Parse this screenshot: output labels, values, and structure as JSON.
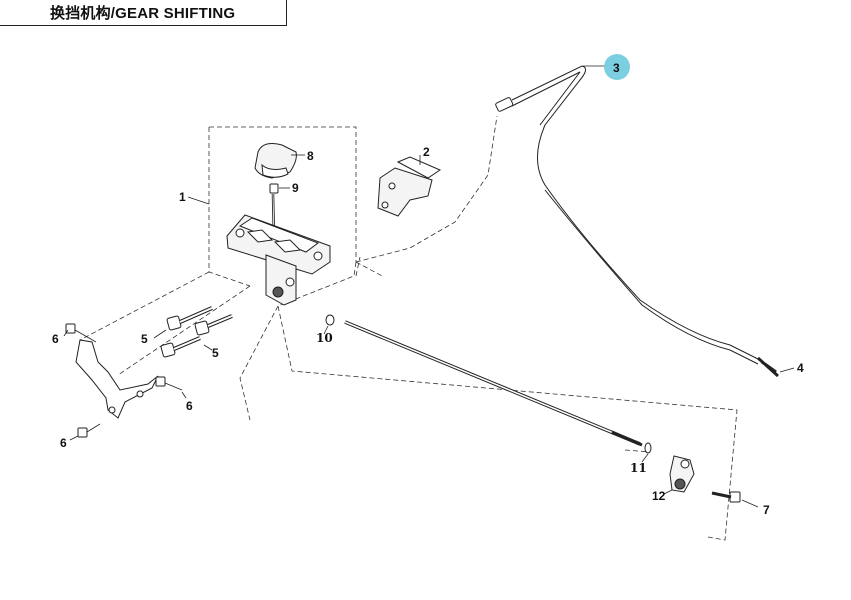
{
  "title": "换挡机构/GEAR SHIFTING",
  "highlight_color": "#7ccfe0",
  "callouts": {
    "c1": "1",
    "c2": "2",
    "c3": "3",
    "c4": "4",
    "c5a": "5",
    "c5b": "5",
    "c6a": "6",
    "c6b": "6",
    "c6c": "6",
    "c7": "7",
    "c8": "8",
    "c9": "9",
    "c10": "10",
    "c11": "11",
    "c12": "12"
  }
}
